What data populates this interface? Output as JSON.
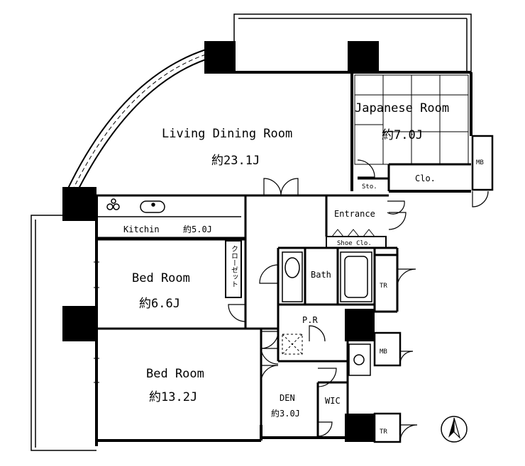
{
  "rooms": {
    "living_name": "Living Dining Room",
    "living_size": "約23.1J",
    "japanese_name": "Japanese Room",
    "japanese_size": "約7.0J",
    "kitchen_name": "Kitchin",
    "kitchen_size": "約5.0J",
    "bed1_name": "Bed Room",
    "bed1_size": "約6.6J",
    "bed2_name": "Bed Room",
    "bed2_size": "約13.2J",
    "den_name": "DEN",
    "den_size": "約3.0J"
  },
  "labels": {
    "closet": "Clo.",
    "mb_top": "MB",
    "storage": "Sto.",
    "entrance": "Entrance",
    "shoe_closet": "Shoe Clo.",
    "bath": "Bath",
    "tr_top": "TR",
    "powder_room": "P.R",
    "mb_bottom": "MB",
    "wic": "WIC",
    "tr_bottom": "TR",
    "kuroset": "クローゼット"
  },
  "compass": {
    "icon": "north-arrow-icon"
  }
}
